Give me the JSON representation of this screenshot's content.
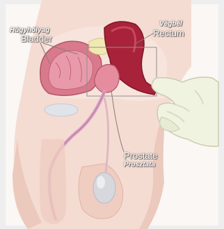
{
  "labels": {
    "bladder_hu": "Húgyhólyag",
    "bladder_en": "Bladder",
    "rectum_hu": "Végbél",
    "rectum_en": "Rectum",
    "prostate_en": "Prostate",
    "prostate_hu": "Prosztata"
  },
  "colors": {
    "skin": "#f4dcd3",
    "skin_shadow": "#e9c3b7",
    "bladder": "#d97a8c",
    "bladder_inner": "#b8546a",
    "rectum": "#a8233a",
    "prostate": "#e58d9f",
    "glove": "#f1f3e1",
    "glove_shadow": "#d8dcc0",
    "urethra": "#d9a6c4",
    "testis": "#d7d8dd"
  }
}
